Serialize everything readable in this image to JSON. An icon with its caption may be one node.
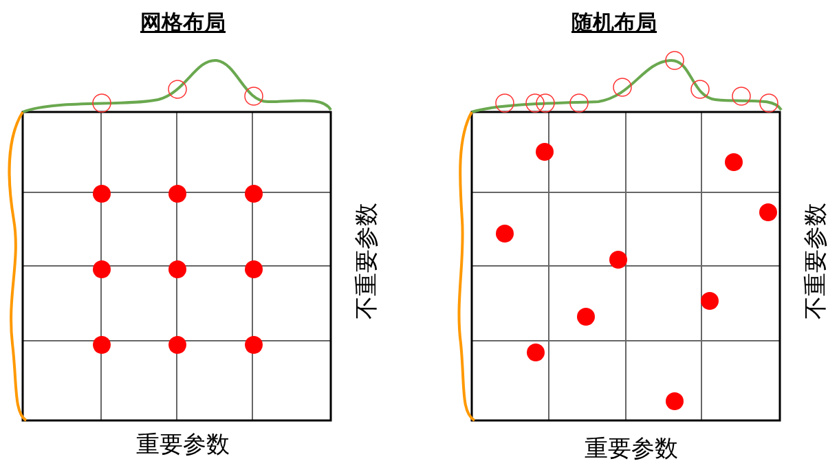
{
  "diagram": {
    "labels": [
      "网格布局",
      "随机布局",
      "不重要参数",
      "重要参数",
      "不重要参数",
      "重要参数"
    ]
  }
}
